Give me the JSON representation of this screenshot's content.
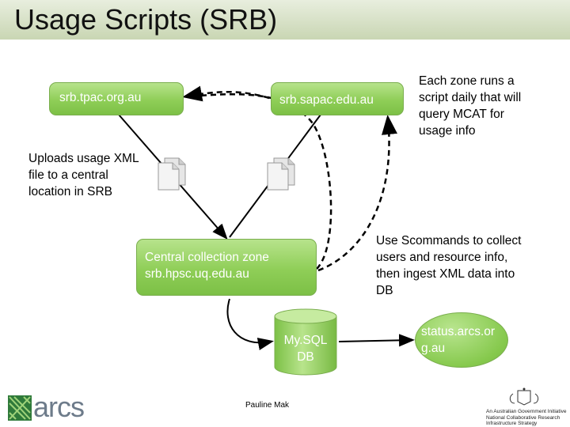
{
  "title": "Usage Scripts (SRB)",
  "boxes": {
    "tpac": "srb.tpac.org.au",
    "sapac": "srb.sapac.edu.au",
    "central_line1": "Central collection zone",
    "central_line2": "srb.hpsc.uq.edu.au",
    "db_line1": "My.SQL",
    "db_line2": "DB",
    "status_line1": "status.arcs.or",
    "status_line2": "g.au"
  },
  "notes": {
    "zone_script": [
      "Each zone runs a",
      "script daily that will",
      "query MCAT for",
      "usage info"
    ],
    "uploads": [
      "Uploads usage XML",
      "file to a central",
      "location in SRB"
    ],
    "scommands": [
      "Use Scommands to collect",
      "users and resource info,",
      "then ingest XML data into",
      "DB"
    ]
  },
  "footer": {
    "author": "Pauline Mak",
    "logo_left": "arcs",
    "gov_lines": [
      "An Australian Government Initiative",
      "National Collaborative Research",
      "Infrastructure Strategy"
    ]
  },
  "colors": {
    "box_green": "#8fce57",
    "title_bar": "#c9d6b3"
  },
  "icons": {
    "document": "stacked-documents-icon",
    "crest": "coat-of-arms-icon"
  }
}
